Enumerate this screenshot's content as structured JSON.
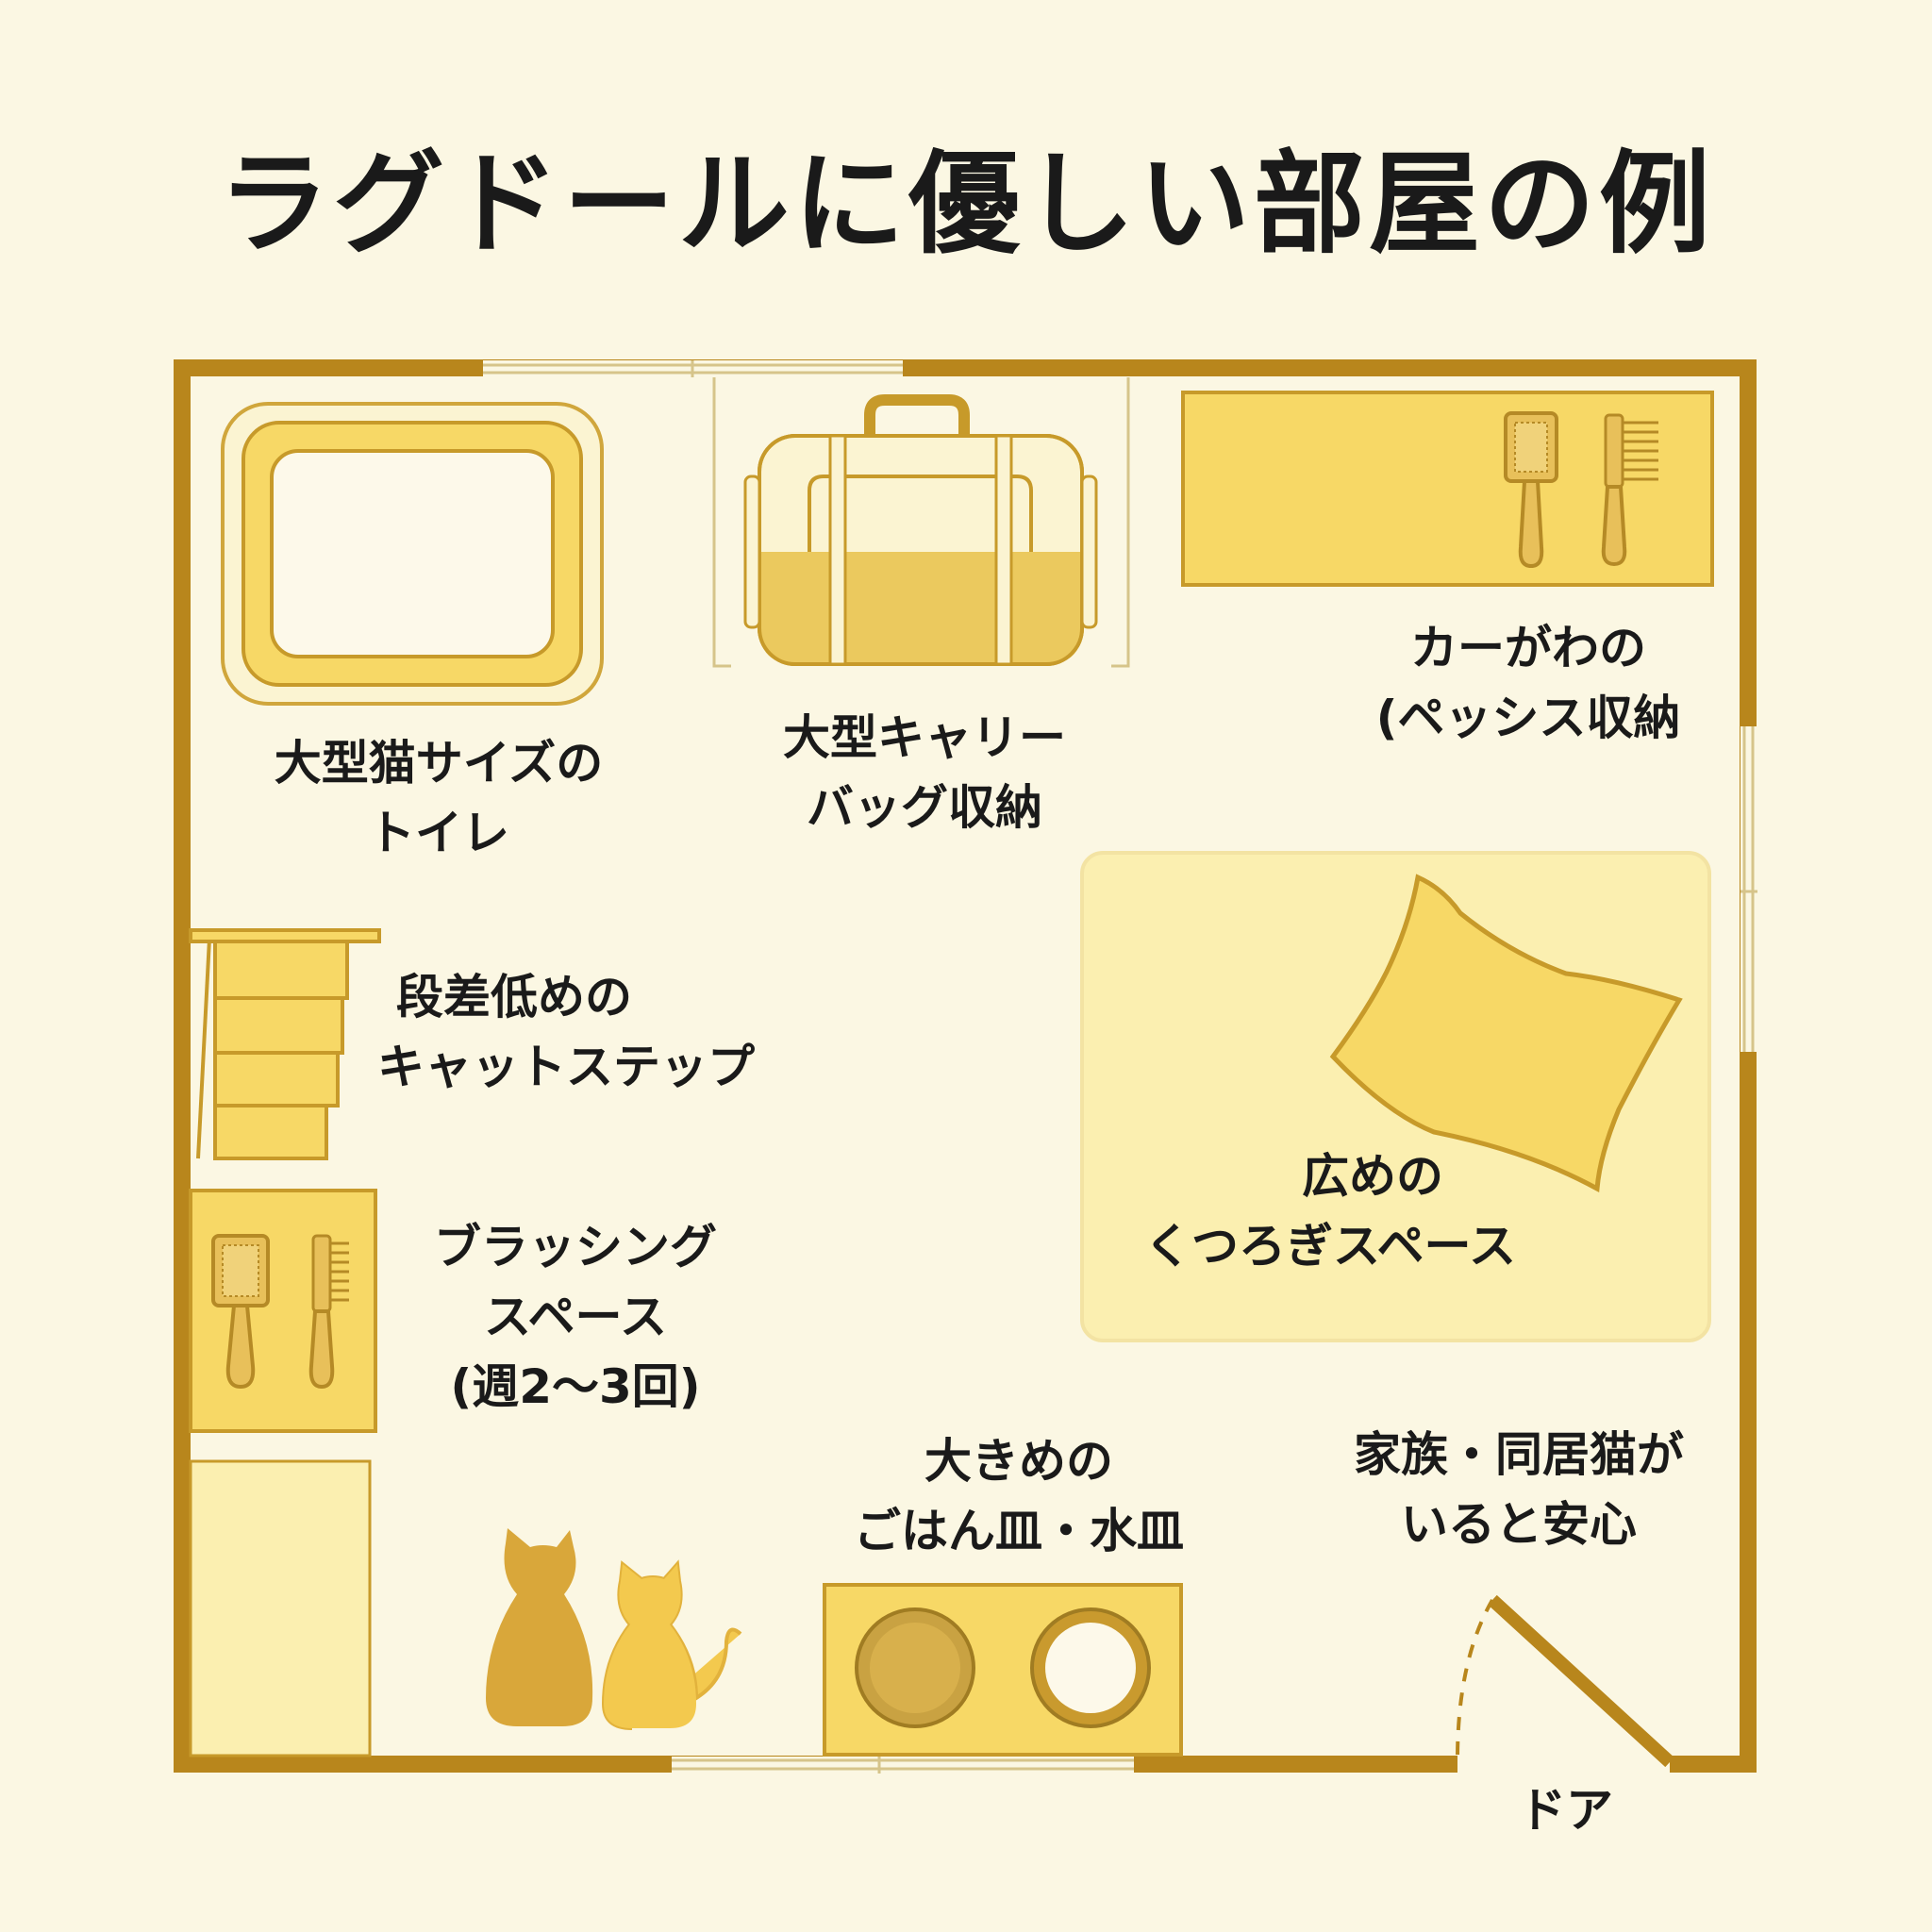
{
  "title": "ラグドールに優しい部屋の例",
  "colors": {
    "background": "#fbf7e3",
    "wall": "#b8861c",
    "furniture_fill": "#f7d866",
    "furniture_stroke": "#c79a2a",
    "light_fill": "#fbefb0",
    "cat_dark": "#d9a73a",
    "cat_light": "#f3c94e"
  },
  "labels": {
    "toilet": {
      "line1": "大型猫サイズの",
      "line2": "トイレ"
    },
    "carrier": {
      "line1": "大型キャリー",
      "line2": "バッグ収納"
    },
    "shelf": {
      "line1": "カーがわの",
      "line2": "(ペッシス収納"
    },
    "steps": {
      "line1": "段差低めの",
      "line2": "キャットステップ"
    },
    "relax": {
      "line1": "広めの",
      "line2": "くつろぎスペース"
    },
    "brushing": {
      "line1": "ブラッシング",
      "line2": "スペース",
      "line3": "(週2〜3回)"
    },
    "bowls": {
      "line1": "大きめの",
      "line2": "ごはん皿・水皿"
    },
    "family": {
      "line1": "家族・同居猫が",
      "line2": "いると安心"
    },
    "door": "ドア"
  },
  "icons": [
    "litter-box-icon",
    "carrier-bag-icon",
    "slicker-brush-icon",
    "comb-brush-icon",
    "stairs-icon",
    "cushion-icon",
    "cat-icon",
    "food-bowl-icon",
    "water-bowl-icon",
    "door-icon"
  ]
}
